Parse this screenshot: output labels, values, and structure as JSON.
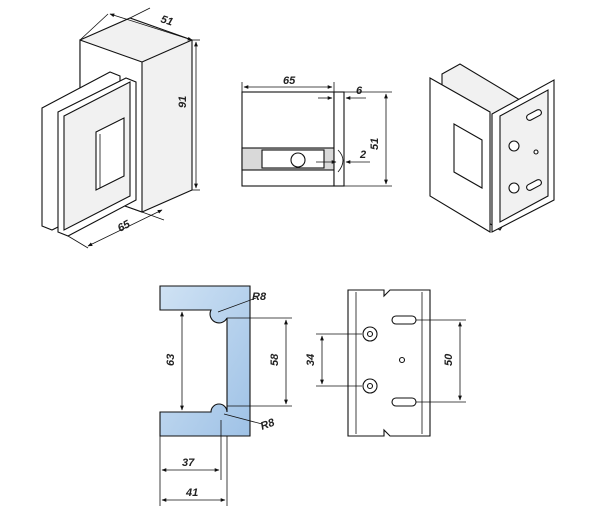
{
  "dimensions": {
    "iso_top_width": "51",
    "iso_height": "91",
    "iso_bottom_width": "65",
    "side_width": "65",
    "side_flange": "6",
    "side_height": "51",
    "side_gap": "2",
    "profile_radius_top": "R8",
    "profile_radius_bottom": "R8",
    "profile_height": "63",
    "profile_inner_height": "58",
    "profile_inner_width": "37",
    "profile_total_width": "41",
    "plate_hole_spacing": "34",
    "plate_slot_spacing": "50"
  },
  "colors": {
    "glass_profile": "#b8d4ee",
    "line": "#111111"
  }
}
